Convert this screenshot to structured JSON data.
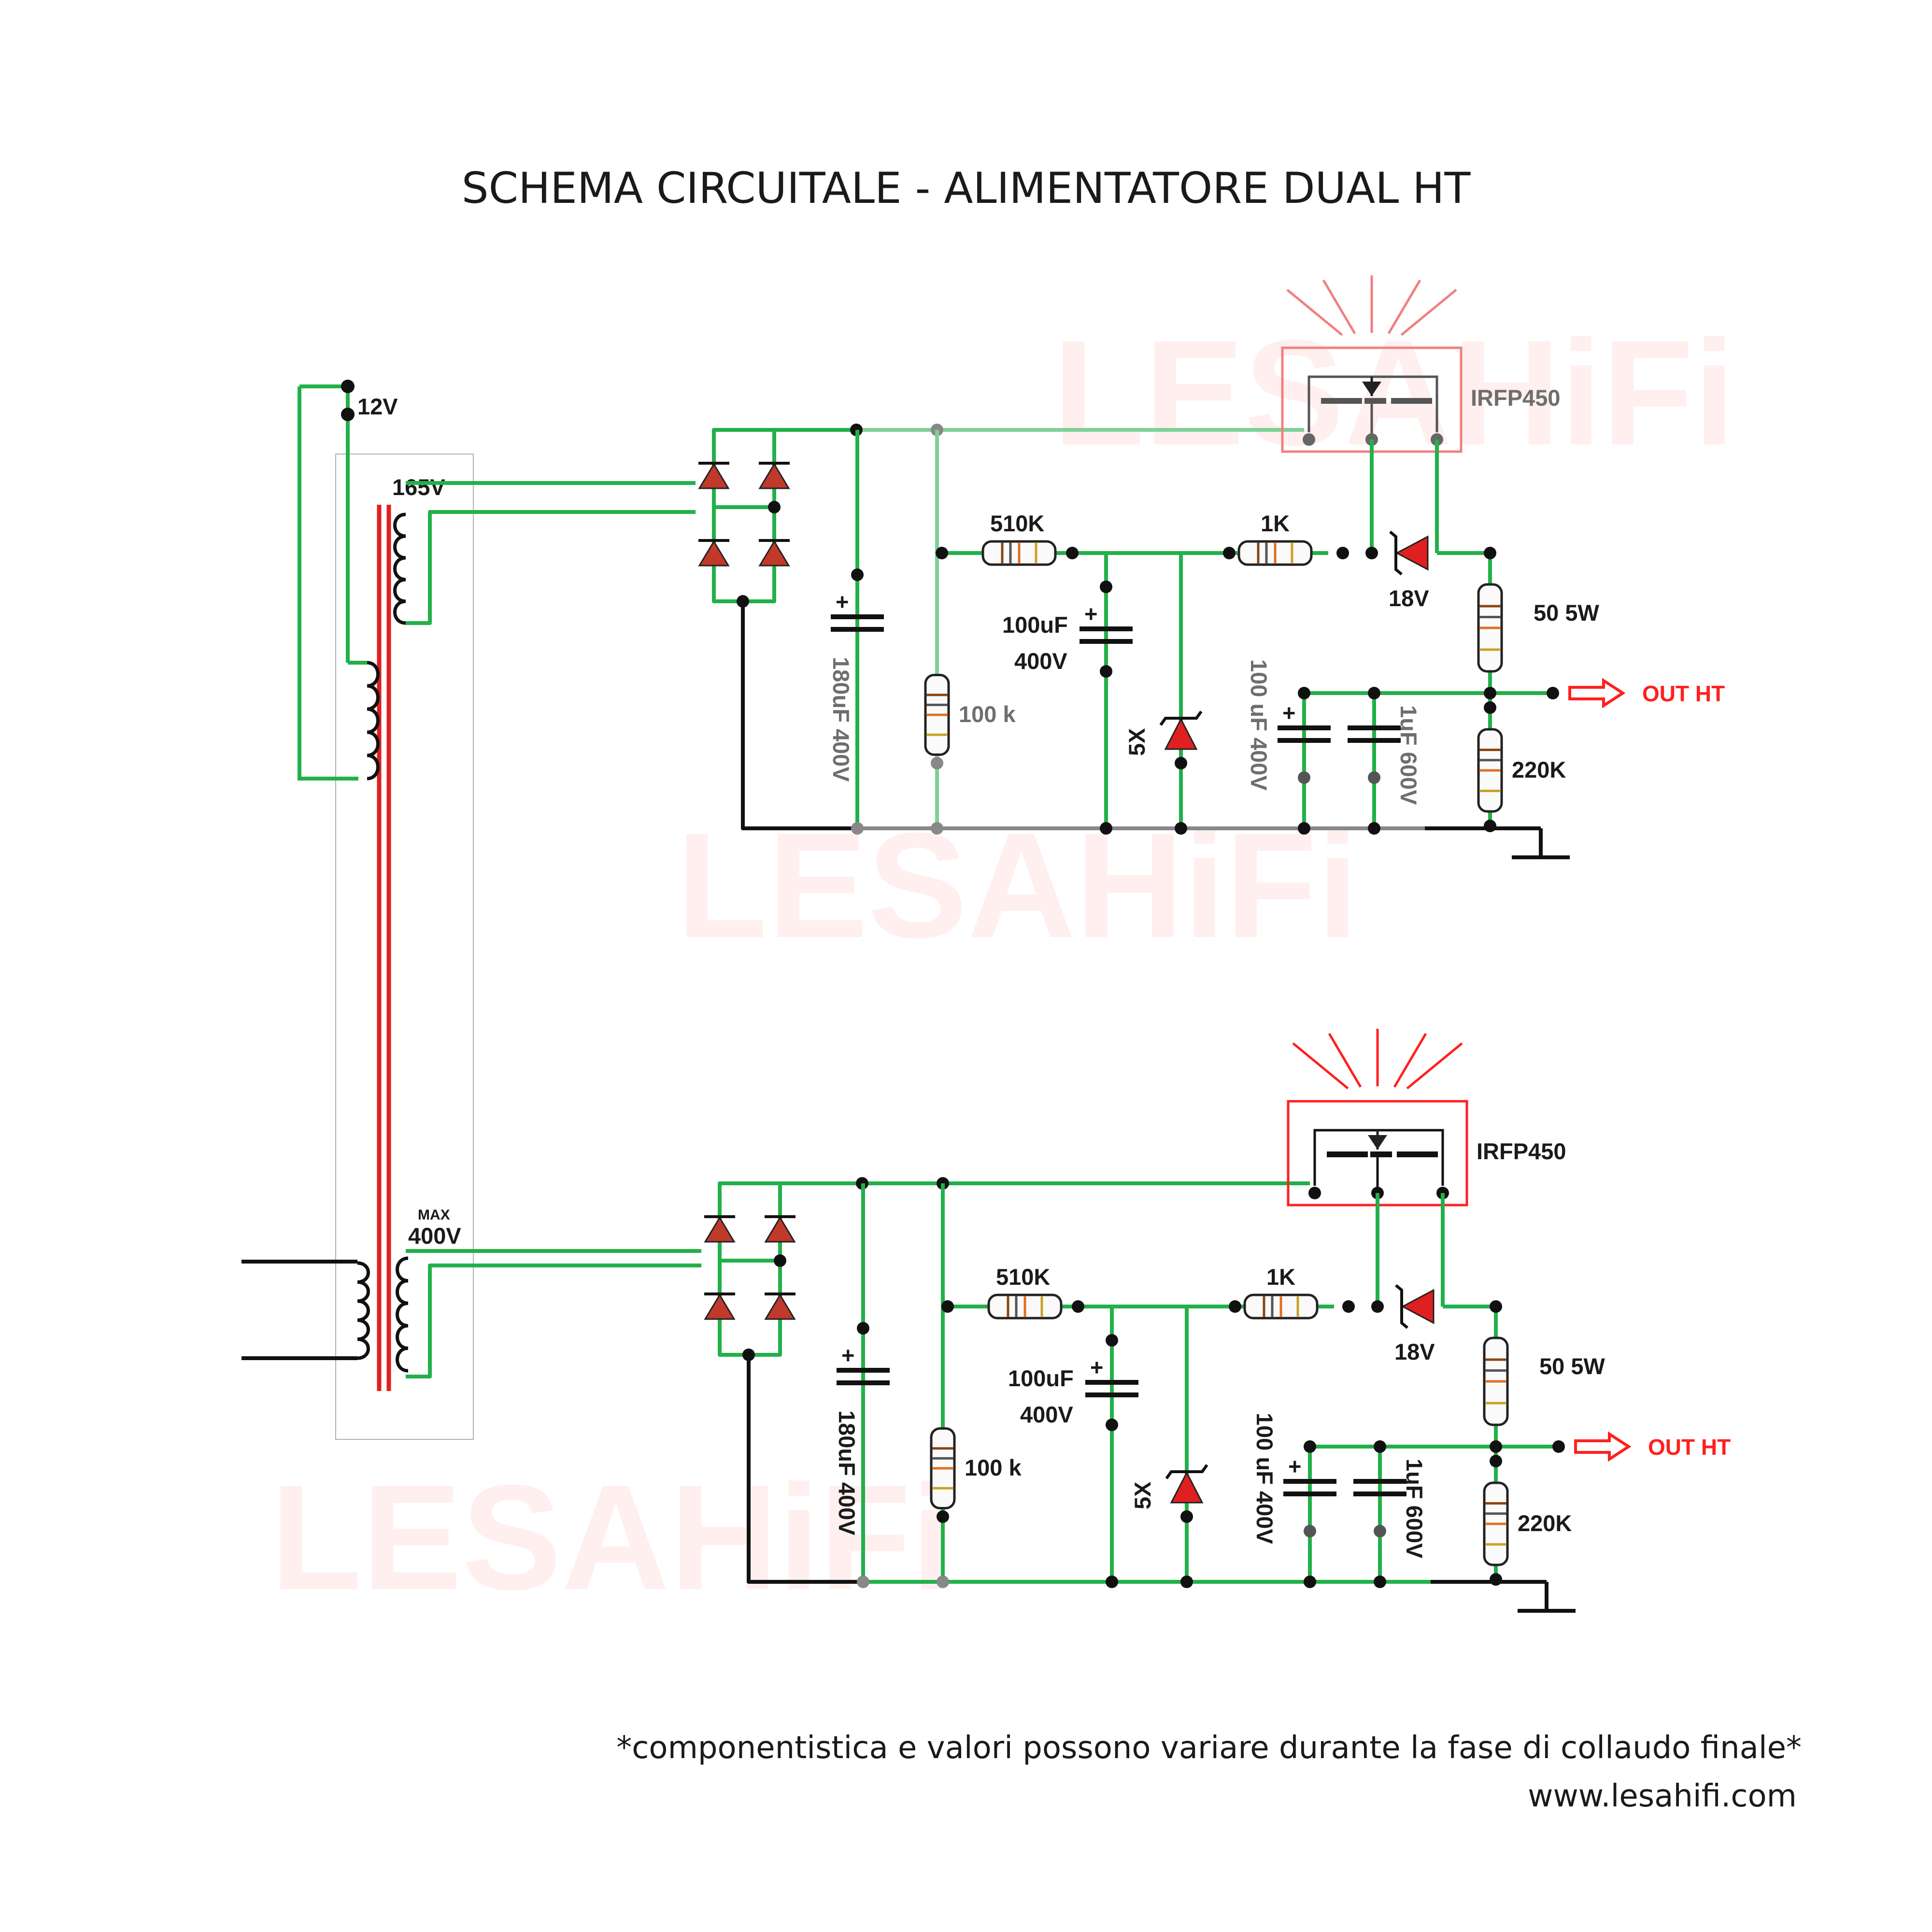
{
  "title": "SCHEMA CIRCUITALE - ALIMENTATORE DUAL HT",
  "watermark": {
    "brand": "LESAHiFi"
  },
  "colors": {
    "wire": "#22b04a",
    "wire_light": "#7fd197",
    "ground_wire": "#8a8a8a",
    "accent": "#ff2020",
    "core": "#e02020",
    "diode": "#c0392b"
  },
  "transformer": {
    "tap_12v": "12V",
    "tap_165v": "165V",
    "tap_max": "MAX",
    "tap_400v": "400V"
  },
  "upper_stage": {
    "mosfet": "IRFP450",
    "r_510k": "510K",
    "r_1k": "1K",
    "zener_18v": "18V",
    "r_50_5w": "50  5W",
    "c_100uf": "100uF",
    "c_100uf_v": "400V",
    "c_180uf": "180uF 400V",
    "r_100k": "100 k",
    "zener_5x": "5X",
    "c_100uf_b": "100 uF  400V",
    "c_1uf": "1uF 600V",
    "r_220k": "220K",
    "output": "OUT HT"
  },
  "lower_stage": {
    "mosfet": "IRFP450",
    "r_510k": "510K",
    "r_1k": "1K",
    "zener_18v": "18V",
    "r_50_5w": "50  5W",
    "c_100uf": "100uF",
    "c_100uf_v": "400V",
    "c_180uf": "180uF 400V",
    "r_100k": "100 k",
    "zener_5x": "5X",
    "c_100uf_b": "100 uF  400V",
    "c_1uf": "1uF 600V",
    "r_220k": "220K",
    "output": "OUT HT"
  },
  "footer": {
    "note": "*componentistica e valori possono variare durante la fase di collaudo finale*",
    "url": "www.lesahifi.com"
  }
}
